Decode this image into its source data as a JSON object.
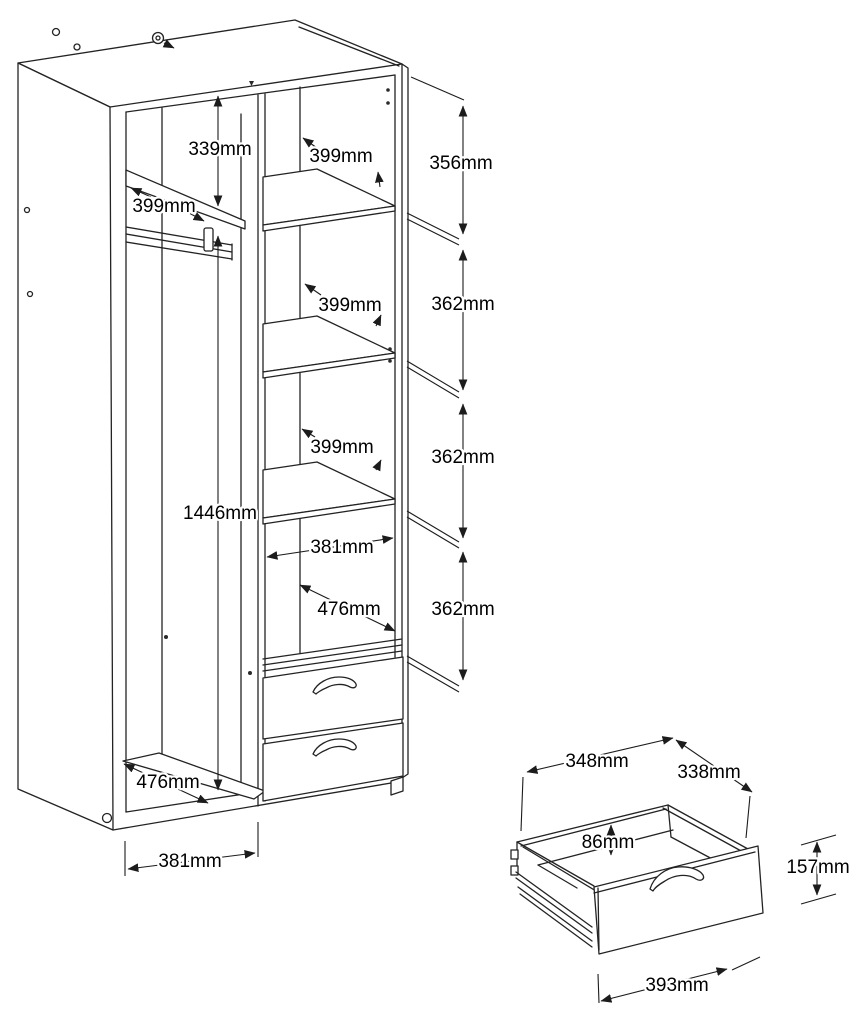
{
  "diagram": {
    "kind": "furniture assembly dimension drawing",
    "views": [
      "wardrobe carcass isometric view",
      "drawer detail isometric view"
    ],
    "line_color": "#232323",
    "background": "#ffffff",
    "unit": "mm"
  },
  "wardrobe": {
    "dims": {
      "top_to_first_shelf": "339mm",
      "left_shelf_depth": "399mm",
      "right_shelf_1_depth": "399mm",
      "right_gap_1": "356mm",
      "right_shelf_2_depth": "399mm",
      "right_gap_2": "362mm",
      "right_shelf_3_depth": "399mm",
      "right_gap_3": "362mm",
      "right_gap_4": "362mm",
      "left_interior_height": "1446mm",
      "right_interior_width": "381mm",
      "right_interior_depth": "476mm",
      "left_floor_depth": "476mm",
      "left_interior_width": "381mm"
    }
  },
  "drawer": {
    "dims": {
      "inner_width": "348mm",
      "inner_depth": "338mm",
      "inner_height": "86mm",
      "front_height": "157mm",
      "front_width": "393mm"
    }
  }
}
